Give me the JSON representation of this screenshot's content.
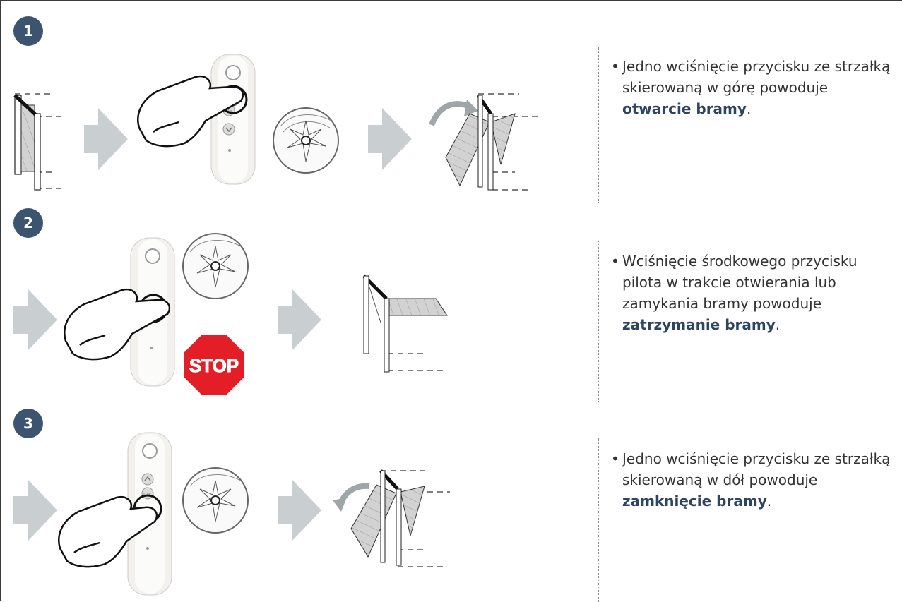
{
  "steps": [
    {
      "number": "1",
      "text_before": "Jedno wciśnięcie przycisku ze strzałką skierowaną w górę powoduje ",
      "text_bold": "otwarcie bramy",
      "text_after": "."
    },
    {
      "number": "2",
      "text_before": "Wciśnięcie środkowego przycisku pilota w trakcie otwierania lub zamykania bramy powoduje ",
      "text_bold": "zatrzymanie bramy",
      "text_after": "."
    },
    {
      "number": "3",
      "text_before": "Jedno wciśnięcie przycisku ze strzałką skierowaną w dół powoduje ",
      "text_bold": "zamknięcie bramy",
      "text_after": "."
    }
  ],
  "remote": {
    "button_my": "my"
  },
  "stop_sign": {
    "label": "STOP"
  },
  "colors": {
    "badge": "#3d5470",
    "bold_text": "#2f4463",
    "arrow": "#c9cfd1",
    "gate_panel": "#c8c8c8",
    "stop": "#e41e26"
  }
}
